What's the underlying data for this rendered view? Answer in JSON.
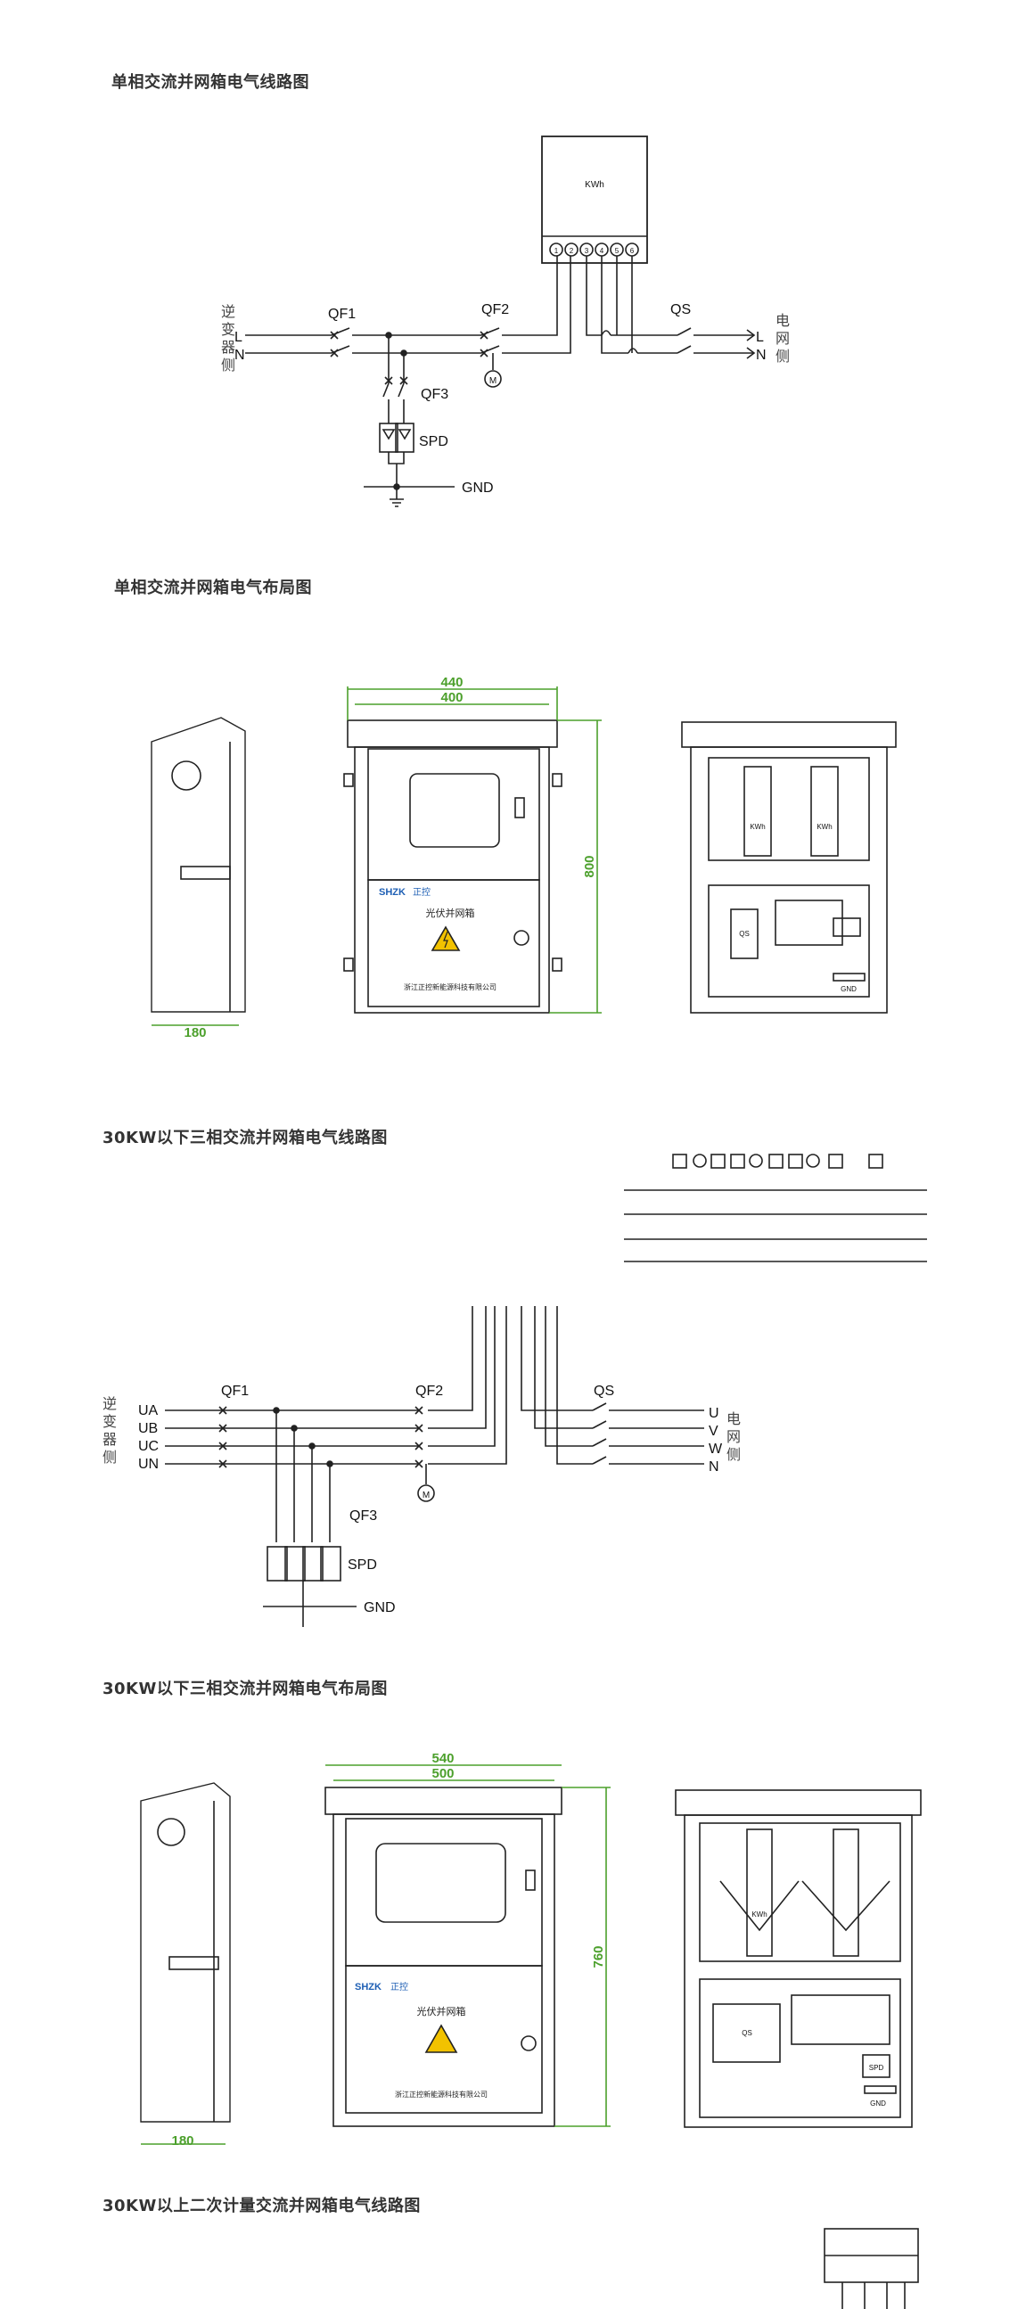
{
  "sections": {
    "s1": "单相交流并网箱电气线路图",
    "s2": "单相交流并网箱电气布局图",
    "s3": "30KW以下三相交流并网箱电气线路图",
    "s4": "30KW以下三相交流并网箱电气布局图",
    "s5": "30KW以上二次计量交流并网箱电气线路图"
  },
  "diagram1": {
    "meter": "KWh",
    "terminals": [
      "1",
      "2",
      "3",
      "4",
      "5",
      "6"
    ],
    "qf1": "QF1",
    "qf2": "QF2",
    "qf3": "QF3",
    "qs": "QS",
    "spd": "SPD",
    "gnd": "GND",
    "motor": "M",
    "left_lines": [
      "L",
      "N"
    ],
    "right_lines": [
      "L",
      "N"
    ],
    "left_side": [
      "逆",
      "变",
      "器",
      "侧"
    ],
    "right_side": [
      "电",
      "网",
      "侧"
    ]
  },
  "layout1": {
    "dim_outer": "440",
    "dim_inner": "400",
    "dim_height": "800",
    "dim_depth": "180",
    "brand": "SHZK",
    "brand_cn": "正控",
    "product": "光伏并网箱",
    "company": "浙江正控新能源科技有限公司",
    "meter_labels": [
      "KWh",
      "KWh"
    ],
    "qs": "QS",
    "gnd": "GND"
  },
  "diagram3": {
    "qf1": "QF1",
    "qf2": "QF2",
    "qf3": "QF3",
    "qs": "QS",
    "spd": "SPD",
    "gnd": "GND",
    "motor": "M",
    "left_lines": [
      "UA",
      "UB",
      "UC",
      "UN"
    ],
    "right_lines": [
      "U",
      "V",
      "W",
      "N"
    ],
    "left_side": [
      "逆",
      "变",
      "器",
      "侧"
    ],
    "right_side": [
      "电",
      "网",
      "侧"
    ]
  },
  "layout2": {
    "dim_outer": "540",
    "dim_inner": "500",
    "dim_height": "760",
    "dim_depth": "180",
    "brand": "SHZK",
    "brand_cn": "正控",
    "product": "光伏并网箱",
    "company": "浙江正控新能源科技有限公司",
    "meter_label": "KWh",
    "qs": "QS",
    "spd": "SPD",
    "gnd": "GND"
  },
  "colors": {
    "dimension": "#4ca02c",
    "line": "#222222",
    "warning": "#f2c200"
  }
}
